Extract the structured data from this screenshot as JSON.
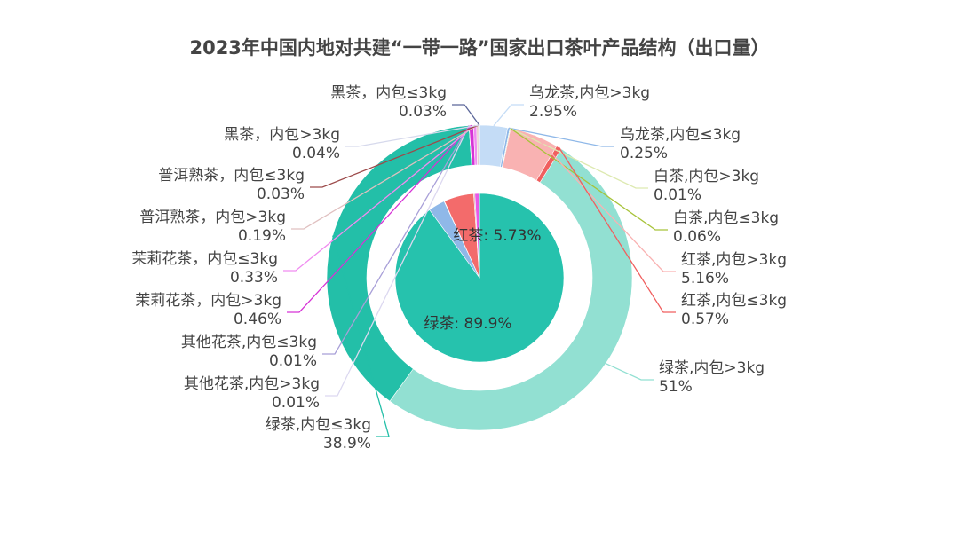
{
  "chart_data": {
    "type": "pie",
    "title": "2023年中国内地对共建“一带一路”国家出口茶叶产品结构（出口量）",
    "inner": {
      "series": [
        {
          "name": "绿茶",
          "value": 89.9,
          "label": "绿茶: 89.9%",
          "color": "#26c2ad"
        },
        {
          "name": "乌龙茶",
          "value": 3.2,
          "label": "",
          "color": "#8fb8e8"
        },
        {
          "name": "白茶",
          "value": 0.07,
          "label": "",
          "color": "#c9de8a"
        },
        {
          "name": "红茶",
          "value": 5.73,
          "label": "红茶: 5.73%",
          "color": "#f36b6b"
        },
        {
          "name": "普洱熟茶",
          "value": 0.22,
          "label": "",
          "color": "#d19a9a"
        },
        {
          "name": "茉莉花茶",
          "value": 0.79,
          "label": "",
          "color": "#e857e8"
        },
        {
          "name": "其他花茶",
          "value": 0.02,
          "label": "",
          "color": "#bdb6e6"
        },
        {
          "name": "黑茶",
          "value": 0.07,
          "label": "",
          "color": "#6f7ab2"
        }
      ]
    },
    "outer": {
      "series": [
        {
          "name": "乌龙茶,内包>3kg",
          "value": 2.95,
          "pct": "2.95%",
          "color": "#c4dcf6"
        },
        {
          "name": "乌龙茶,内包≤3kg",
          "value": 0.25,
          "pct": "0.25%",
          "color": "#8fb8e8"
        },
        {
          "name": "白茶,内包>3kg",
          "value": 0.01,
          "pct": "0.01%",
          "color": "#dde9b0"
        },
        {
          "name": "白茶,内包≤3kg",
          "value": 0.06,
          "pct": "0.06%",
          "color": "#a8c33a"
        },
        {
          "name": "红茶,内包>3kg",
          "value": 5.16,
          "pct": "5.16%",
          "color": "#f9b2b2"
        },
        {
          "name": "红茶,内包≤3kg",
          "value": 0.57,
          "pct": "0.57%",
          "color": "#f05f5f"
        },
        {
          "name": "绿茶,内包>3kg",
          "value": 51,
          "pct": "51%",
          "color": "#92e0d2"
        },
        {
          "name": "绿茶,内包≤3kg",
          "value": 38.9,
          "pct": "38.9%",
          "color": "#23bfa8"
        },
        {
          "name": "其他花茶,内包>3kg",
          "value": 0.01,
          "pct": "0.01%",
          "color": "#dcd8f0"
        },
        {
          "name": "其他花茶,内包≤3kg",
          "value": 0.01,
          "pct": "0.01%",
          "color": "#a89fd8"
        },
        {
          "name": "茉莉花茶，内包>3kg",
          "value": 0.46,
          "pct": "0.46%",
          "color": "#d633d6"
        },
        {
          "name": "茉莉花茶，内包≤3kg",
          "value": 0.33,
          "pct": "0.33%",
          "color": "#f08cf0"
        },
        {
          "name": "普洱熟茶，内包>3kg",
          "value": 0.19,
          "pct": "0.19%",
          "color": "#e0c0c0"
        },
        {
          "name": "普洱熟茶，内包≤3kg",
          "value": 0.03,
          "pct": "0.03%",
          "color": "#9c4a4a"
        },
        {
          "name": "黑茶，内包>3kg",
          "value": 0.04,
          "pct": "0.04%",
          "color": "#d6d9ec"
        },
        {
          "name": "黑茶，内包≤3kg",
          "value": 0.03,
          "pct": "0.03%",
          "color": "#5b6699"
        }
      ]
    }
  }
}
